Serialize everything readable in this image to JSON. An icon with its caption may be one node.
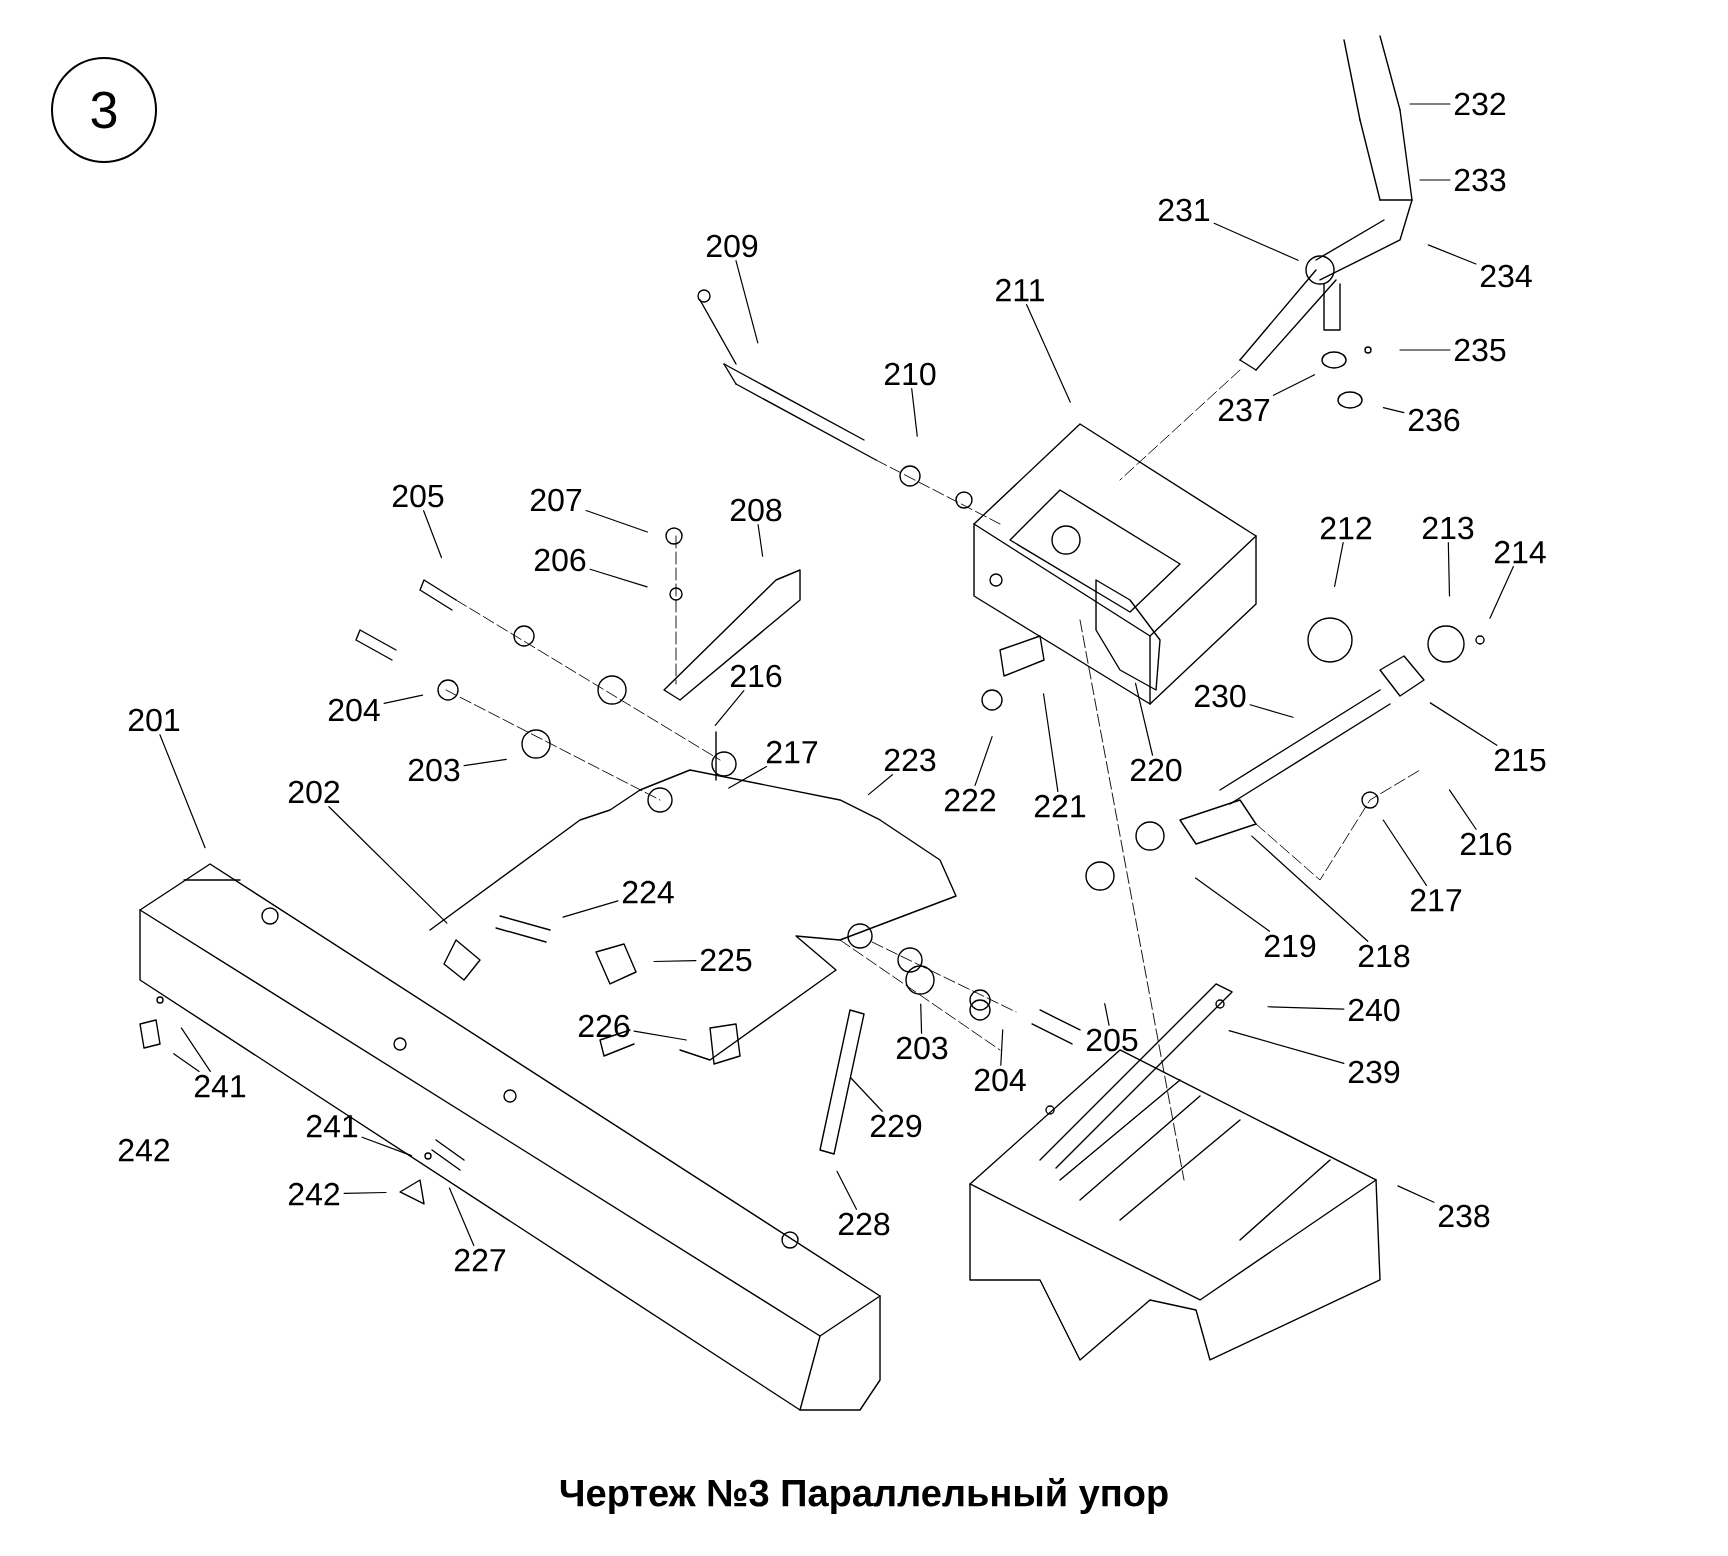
{
  "diagram": {
    "caption": "Чертеж №3 Параллельный упор",
    "nodes": [
      {
        "text": [
          "3"
        ]
      },
      {
        "text": [
          "232"
        ]
      },
      {
        "text": [
          "233"
        ]
      },
      {
        "text": [
          "231"
        ]
      },
      {
        "text": [
          "209"
        ]
      },
      {
        "text": [
          "234"
        ]
      },
      {
        "text": [
          "211"
        ]
      },
      {
        "text": [
          "235"
        ]
      },
      {
        "text": [
          "210"
        ]
      },
      {
        "text": [
          "237"
        ]
      },
      {
        "text": [
          "236"
        ]
      },
      {
        "text": [
          "205"
        ]
      },
      {
        "text": [
          "207"
        ]
      },
      {
        "text": [
          "208"
        ]
      },
      {
        "text": [
          "212"
        ]
      },
      {
        "text": [
          "213"
        ]
      },
      {
        "text": [
          "214"
        ]
      },
      {
        "text": [
          "206"
        ]
      },
      {
        "text": [
          "216"
        ]
      },
      {
        "text": [
          "230"
        ]
      },
      {
        "text": [
          "204"
        ]
      },
      {
        "text": [
          "201"
        ]
      },
      {
        "text": [
          "217"
        ]
      },
      {
        "text": [
          "223"
        ]
      },
      {
        "text": [
          "215"
        ]
      },
      {
        "text": [
          "203"
        ]
      },
      {
        "text": [
          "220"
        ]
      },
      {
        "text": [
          "202"
        ]
      },
      {
        "text": [
          "222"
        ]
      },
      {
        "text": [
          "221"
        ]
      },
      {
        "text": [
          "216"
        ]
      },
      {
        "text": [
          "224"
        ]
      },
      {
        "text": [
          "217"
        ]
      },
      {
        "text": [
          "219"
        ]
      },
      {
        "text": [
          "218"
        ]
      },
      {
        "text": [
          "225"
        ]
      },
      {
        "text": [
          "240"
        ]
      },
      {
        "text": [
          "226"
        ]
      },
      {
        "text": [
          "205"
        ]
      },
      {
        "text": [
          "203"
        ]
      },
      {
        "text": [
          "239"
        ]
      },
      {
        "text": [
          "204"
        ]
      },
      {
        "text": [
          "241"
        ]
      },
      {
        "text": [
          "229"
        ]
      },
      {
        "text": [
          "241"
        ]
      },
      {
        "text": [
          "242"
        ]
      },
      {
        "text": [
          "238"
        ]
      },
      {
        "text": [
          "228"
        ]
      },
      {
        "text": [
          "227"
        ]
      }
    ],
    "edges": [
      {
        "from": 1,
        "to": null,
        "arrow": "none"
      },
      {
        "from": 2,
        "to": null,
        "arrow": "none"
      },
      {
        "from": 3,
        "to": null,
        "arrow": "none"
      },
      {
        "from": 4,
        "to": null,
        "arrow": "none"
      },
      {
        "from": 5,
        "to": null,
        "arrow": "none"
      },
      {
        "from": 6,
        "to": null,
        "arrow": "none"
      },
      {
        "from": 7,
        "to": null,
        "arrow": "none"
      },
      {
        "from": 8,
        "to": null,
        "arrow": "none"
      },
      {
        "from": 9,
        "to": null,
        "arrow": "none"
      },
      {
        "from": 10,
        "to": null,
        "arrow": "none"
      },
      {
        "from": 11,
        "to": null,
        "arrow": "none"
      },
      {
        "from": 12,
        "to": null,
        "arrow": "none"
      },
      {
        "from": 13,
        "to": null,
        "arrow": "none"
      },
      {
        "from": 14,
        "to": null,
        "arrow": "none"
      },
      {
        "from": 15,
        "to": null,
        "arrow": "none"
      },
      {
        "from": 16,
        "to": null,
        "arrow": "none"
      },
      {
        "from": 17,
        "to": null,
        "arrow": "none"
      },
      {
        "from": 18,
        "to": null,
        "arrow": "none"
      },
      {
        "from": 19,
        "to": null,
        "arrow": "none"
      },
      {
        "from": 20,
        "to": null,
        "arrow": "none"
      },
      {
        "from": 21,
        "to": null,
        "arrow": "none"
      },
      {
        "from": 22,
        "to": null,
        "arrow": "none"
      },
      {
        "from": 23,
        "to": null,
        "arrow": "none"
      },
      {
        "from": 24,
        "to": null,
        "arrow": "none"
      },
      {
        "from": 25,
        "to": null,
        "arrow": "none"
      },
      {
        "from": 26,
        "to": null,
        "arrow": "none"
      },
      {
        "from": 27,
        "to": null,
        "arrow": "none"
      },
      {
        "from": 28,
        "to": null,
        "arrow": "none"
      },
      {
        "from": 29,
        "to": null,
        "arrow": "none"
      },
      {
        "from": 30,
        "to": null,
        "arrow": "none"
      },
      {
        "from": 31,
        "to": null,
        "arrow": "none"
      },
      {
        "from": 32,
        "to": null,
        "arrow": "none"
      },
      {
        "from": 33,
        "to": null,
        "arrow": "none"
      },
      {
        "from": 34,
        "to": null,
        "arrow": "none"
      },
      {
        "from": 35,
        "to": null,
        "arrow": "none"
      },
      {
        "from": 36,
        "to": null,
        "arrow": "none"
      },
      {
        "from": 37,
        "to": null,
        "arrow": "none"
      },
      {
        "from": 38,
        "to": null,
        "arrow": "none"
      },
      {
        "from": 39,
        "to": null,
        "arrow": "none"
      },
      {
        "from": 40,
        "to": null,
        "arrow": "none"
      },
      {
        "from": 41,
        "to": null,
        "arrow": "none"
      },
      {
        "from": 42,
        "to": null,
        "arrow": "none"
      },
      {
        "from": 42,
        "to": null,
        "arrow": "none"
      },
      {
        "from": 43,
        "to": null,
        "arrow": "none"
      },
      {
        "from": 44,
        "to": null,
        "arrow": "none"
      },
      {
        "from": 45,
        "to": null,
        "arrow": "none"
      },
      {
        "from": 46,
        "to": null,
        "arrow": "none"
      },
      {
        "from": 47,
        "to": null,
        "arrow": "none"
      },
      {
        "from": 48,
        "to": null,
        "arrow": "none"
      }
    ],
    "labels": [
      "242"
    ]
  }
}
